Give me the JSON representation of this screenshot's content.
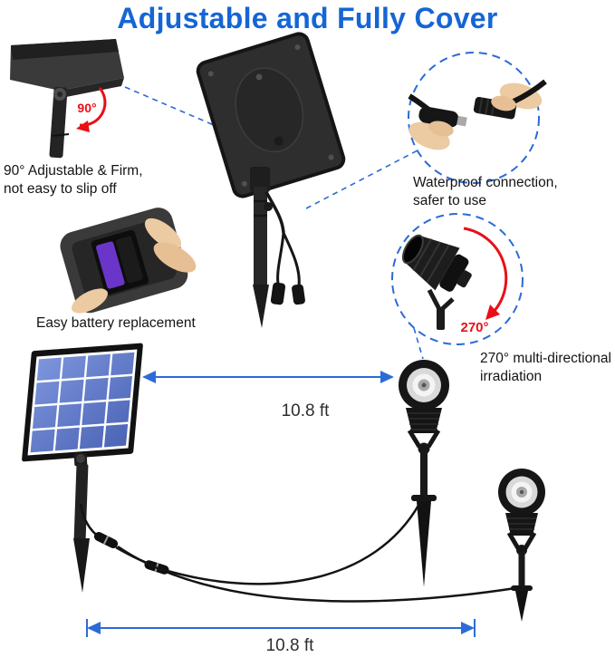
{
  "title": "Adjustable and Fully Cover",
  "callouts": {
    "adjustable": {
      "angle": "90°",
      "line1": "90° Adjustable & Firm,",
      "line2": "not easy to slip off"
    },
    "battery": {
      "label": "Easy battery replacement"
    },
    "waterproof": {
      "line1": "Waterproof connection,",
      "line2": "safer to use"
    },
    "irradiation": {
      "angle": "270°",
      "line1": "270° multi-directional",
      "line2": "irradiation"
    }
  },
  "measurements": {
    "panel_to_light": "10.8 ft",
    "light_span": "10.8 ft"
  },
  "colors": {
    "title_blue": "#1565d6",
    "annotation_blue": "#2b6bd6",
    "angle_red": "#e81016",
    "solar_cell_blue": "#5d79cf"
  }
}
